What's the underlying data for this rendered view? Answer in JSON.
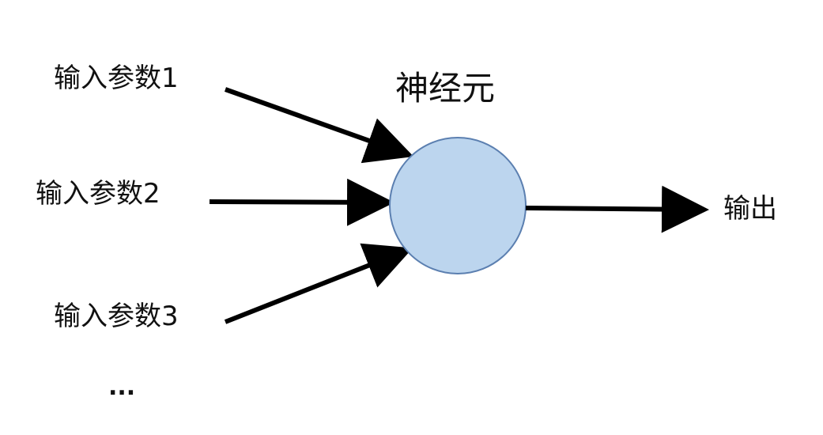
{
  "diagram": {
    "title": "神经元",
    "inputs": [
      {
        "label": "输入参数1"
      },
      {
        "label": "输入参数2"
      },
      {
        "label": "输入参数3"
      }
    ],
    "ellipsis": "...",
    "output": "输出",
    "colors": {
      "neuron_fill": "#bcd5ee",
      "neuron_stroke": "#5b7fb0",
      "arrow": "#000000",
      "text": "#111111"
    }
  }
}
